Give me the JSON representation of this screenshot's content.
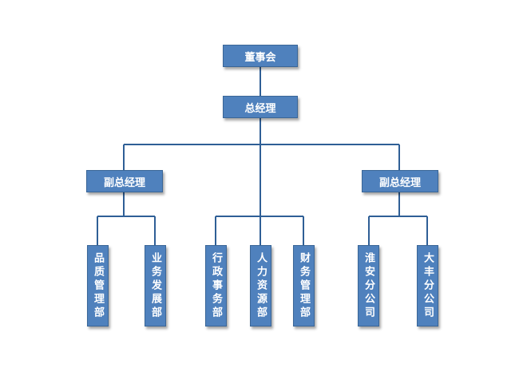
{
  "org": {
    "board": "董事会",
    "gm": "总经理",
    "vgm_left": "副总经理",
    "vgm_right": "副总经理",
    "departments": {
      "quality": "品质管理部",
      "business": "业务发展部",
      "admin": "行政事务部",
      "hr": "人力资源部",
      "finance": "财务管理部",
      "huaian": "淮安分公司",
      "dafeng": "大丰分公司"
    }
  },
  "colors": {
    "box_fill": "#4f81bd",
    "connector": "#2f5f96"
  }
}
